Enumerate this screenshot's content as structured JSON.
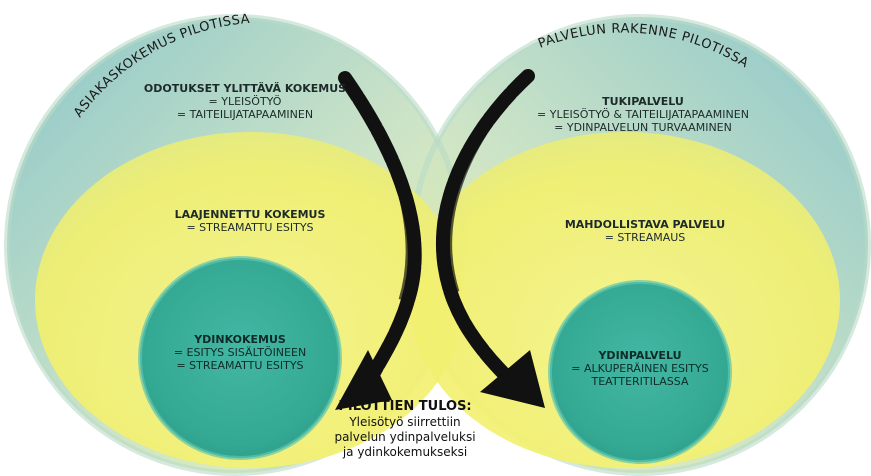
{
  "colors": {
    "outer_blue": "#8ec7c9",
    "outer_green": "#d6e6b0",
    "yellow": "#f0f07a",
    "core_teal": "#3fb3a0",
    "arrow": "#111111"
  },
  "left": {
    "arc_title": "ASIAKASKOKEMUS PILOTISSA",
    "outer": {
      "title": "ODOTUKSET YLITTÄVÄ KOKEMUS",
      "lines": [
        "= YLEISÖTYÖ",
        "= TAITEILIJATAPAAMINEN"
      ]
    },
    "middle": {
      "title": "LAAJENNETTU KOKEMUS",
      "lines": [
        "= STREAMATTU ESITYS"
      ]
    },
    "core": {
      "title": "YDINKOKEMUS",
      "lines": [
        "= ESITYS SISÄLTÖINEEN",
        "= STREAMATTU ESITYS"
      ]
    }
  },
  "right": {
    "arc_title": "PALVELUN RAKENNE PILOTISSA",
    "outer": {
      "title": "TUKIPALVELU",
      "lines": [
        "= YLEISÖTYÖ & TAITEILIJATAPAAMINEN",
        "= YDINPALVELUN TURVAAMINEN"
      ]
    },
    "middle": {
      "title": "MAHDOLLISTAVA PALVELU",
      "lines": [
        "= STREAMAUS"
      ]
    },
    "core": {
      "title": "YDINPALVELU",
      "lines": [
        "= ALKUPERÄINEN ESITYS",
        "TEATTERITILASSA"
      ]
    }
  },
  "result": {
    "title": "PILOTTIEN TULOS:",
    "lines": [
      "Yleisötyö siirrettiin",
      "palvelun ydinpalveluksi",
      "ja ydinkokemukseksi"
    ]
  }
}
